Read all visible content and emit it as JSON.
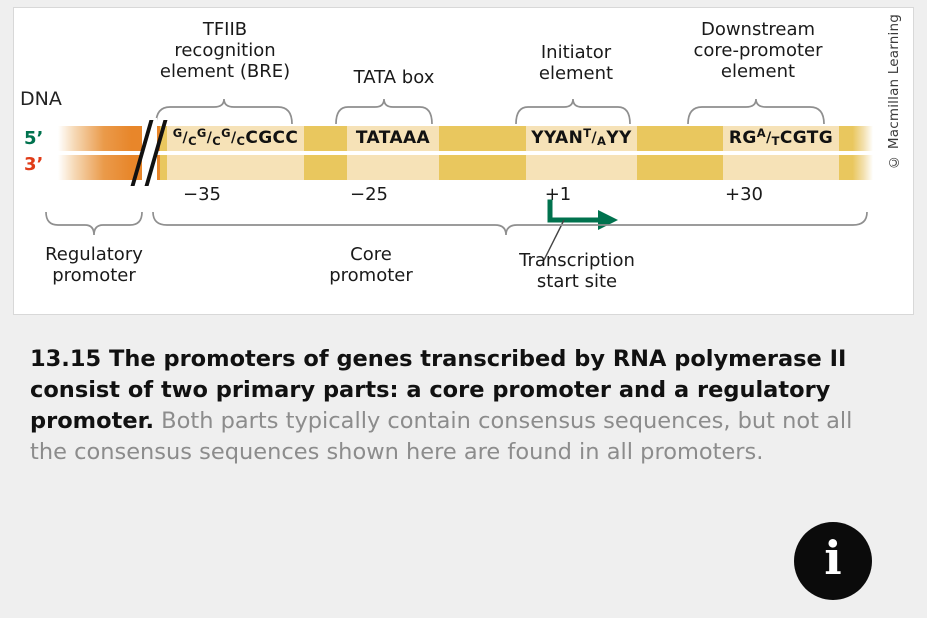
{
  "figure": {
    "copyright": "© Macmillan Learning",
    "dna_label": "DNA",
    "five_prime": "5’",
    "three_prime": "3’",
    "elements": [
      {
        "name": "bre",
        "title_lines": [
          "TFIIB",
          "recognition",
          "element (BRE)"
        ],
        "sequence_plain": "G/CG/CG/CCGCC",
        "sequence_suffix": "CGCC",
        "fractions": [
          {
            "num": "G",
            "den": "C"
          },
          {
            "num": "G",
            "den": "C"
          },
          {
            "num": "G",
            "den": "C"
          }
        ],
        "position": "−35"
      },
      {
        "name": "tata-box",
        "title_lines": [
          "TATA box"
        ],
        "sequence_plain": "TATAAA",
        "position": "−25"
      },
      {
        "name": "initiator-element",
        "title_lines": [
          "Initiator",
          "element"
        ],
        "sequence_prefix": "YYAN",
        "fraction": {
          "num": "T",
          "den": "A"
        },
        "sequence_suffix": "YY",
        "position": "+1"
      },
      {
        "name": "downstream-core-promoter-element",
        "title_lines": [
          "Downstream",
          "core-promoter",
          "element"
        ],
        "sequence_prefix": "RG",
        "fraction": {
          "num": "A",
          "den": "T"
        },
        "sequence_suffix": "CGTG",
        "position": "+30"
      }
    ],
    "lower_labels": [
      {
        "name": "regulatory-promoter",
        "lines": [
          "Regulatory",
          "promoter"
        ]
      },
      {
        "name": "core-promoter",
        "lines": [
          "Core",
          "promoter"
        ]
      },
      {
        "name": "transcription-start-site",
        "lines": [
          "Transcription",
          "start site"
        ]
      }
    ],
    "colors": {
      "five_prime": "#00724e",
      "three_prime": "#e03c18",
      "dna_gold": "#e9c75e",
      "dna_sequence_box": "#f6e2b7",
      "dna_orange": "#e8862a",
      "arrow_green": "#00724e",
      "brace_gray": "#8f8f8f"
    }
  },
  "caption": {
    "bold_text": "13.15 The promoters of genes transcribed by RNA polymerase II consist of two primary parts: a core promoter and a regulatory promoter.",
    "body_text": " Both parts typically contain consensus sequences, but not all the consensus sequences shown here are found in all promoters."
  },
  "info_button": {
    "glyph": "i"
  }
}
